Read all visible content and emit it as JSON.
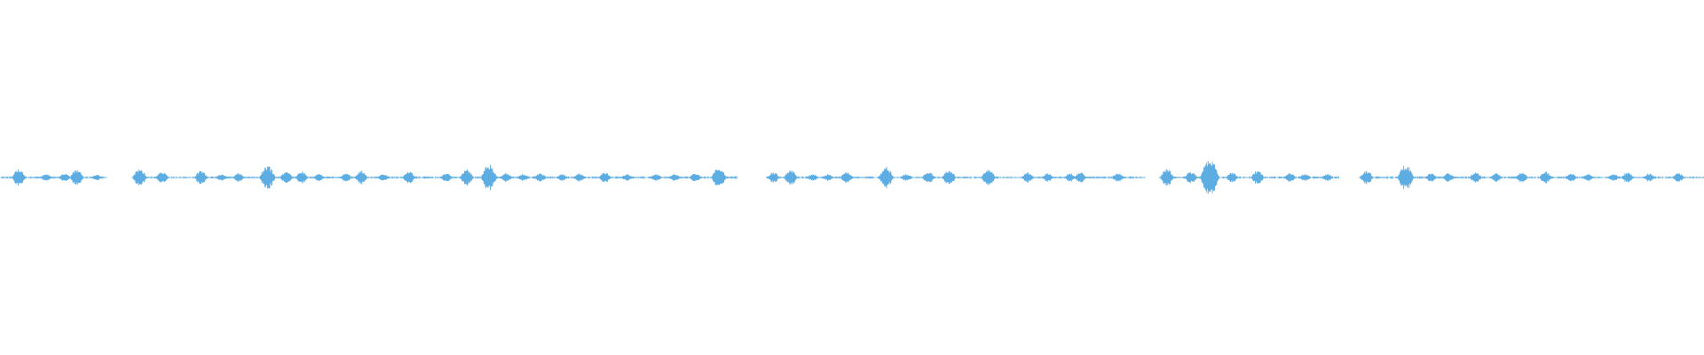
{
  "colors": {
    "background": "#ffffff",
    "waveform": "#5DADE2"
  },
  "chart_data": {
    "type": "area",
    "title": "",
    "xlabel": "",
    "ylabel": "",
    "description_hint": "",
    "channels": 1,
    "x_range": [
      0,
      1
    ],
    "amplitude_range": [
      -1,
      1
    ],
    "grid": false,
    "legend": "none",
    "segments": [
      {
        "start": 0.0,
        "end": 0.063
      },
      {
        "start": 0.078,
        "end": 0.433
      },
      {
        "start": 0.45,
        "end": 0.672
      },
      {
        "start": 0.683,
        "end": 0.786
      },
      {
        "start": 0.798,
        "end": 1.0
      }
    ],
    "bursts": [
      {
        "t": 0.011,
        "amp": 0.1
      },
      {
        "t": 0.027,
        "amp": 0.04
      },
      {
        "t": 0.038,
        "amp": 0.05
      },
      {
        "t": 0.045,
        "amp": 0.09
      },
      {
        "t": 0.057,
        "amp": 0.03
      },
      {
        "t": 0.082,
        "amp": 0.1
      },
      {
        "t": 0.095,
        "amp": 0.07
      },
      {
        "t": 0.118,
        "amp": 0.08
      },
      {
        "t": 0.13,
        "amp": 0.04
      },
      {
        "t": 0.14,
        "amp": 0.05
      },
      {
        "t": 0.157,
        "amp": 0.14
      },
      {
        "t": 0.168,
        "amp": 0.07
      },
      {
        "t": 0.177,
        "amp": 0.07
      },
      {
        "t": 0.187,
        "amp": 0.04
      },
      {
        "t": 0.203,
        "amp": 0.05
      },
      {
        "t": 0.212,
        "amp": 0.08
      },
      {
        "t": 0.225,
        "amp": 0.04
      },
      {
        "t": 0.24,
        "amp": 0.07
      },
      {
        "t": 0.262,
        "amp": 0.05
      },
      {
        "t": 0.274,
        "amp": 0.09
      },
      {
        "t": 0.287,
        "amp": 0.15
      },
      {
        "t": 0.297,
        "amp": 0.05
      },
      {
        "t": 0.307,
        "amp": 0.04
      },
      {
        "t": 0.317,
        "amp": 0.05
      },
      {
        "t": 0.33,
        "amp": 0.04
      },
      {
        "t": 0.34,
        "amp": 0.05
      },
      {
        "t": 0.355,
        "amp": 0.06
      },
      {
        "t": 0.368,
        "amp": 0.04
      },
      {
        "t": 0.385,
        "amp": 0.04
      },
      {
        "t": 0.396,
        "amp": 0.04
      },
      {
        "t": 0.408,
        "amp": 0.05
      },
      {
        "t": 0.422,
        "amp": 0.12
      },
      {
        "t": 0.454,
        "amp": 0.06
      },
      {
        "t": 0.464,
        "amp": 0.09
      },
      {
        "t": 0.477,
        "amp": 0.04
      },
      {
        "t": 0.486,
        "amp": 0.04
      },
      {
        "t": 0.497,
        "amp": 0.07
      },
      {
        "t": 0.52,
        "amp": 0.12
      },
      {
        "t": 0.532,
        "amp": 0.04
      },
      {
        "t": 0.545,
        "amp": 0.07
      },
      {
        "t": 0.557,
        "amp": 0.09
      },
      {
        "t": 0.58,
        "amp": 0.1
      },
      {
        "t": 0.603,
        "amp": 0.06
      },
      {
        "t": 0.615,
        "amp": 0.05
      },
      {
        "t": 0.628,
        "amp": 0.05
      },
      {
        "t": 0.634,
        "amp": 0.06
      },
      {
        "t": 0.656,
        "amp": 0.05
      },
      {
        "t": 0.685,
        "amp": 0.1
      },
      {
        "t": 0.699,
        "amp": 0.07
      },
      {
        "t": 0.71,
        "amp": 0.22
      },
      {
        "t": 0.723,
        "amp": 0.06
      },
      {
        "t": 0.738,
        "amp": 0.08
      },
      {
        "t": 0.757,
        "amp": 0.05
      },
      {
        "t": 0.766,
        "amp": 0.04
      },
      {
        "t": 0.779,
        "amp": 0.04
      },
      {
        "t": 0.802,
        "amp": 0.08
      },
      {
        "t": 0.825,
        "amp": 0.15
      },
      {
        "t": 0.84,
        "amp": 0.05
      },
      {
        "t": 0.85,
        "amp": 0.05
      },
      {
        "t": 0.866,
        "amp": 0.06
      },
      {
        "t": 0.878,
        "amp": 0.05
      },
      {
        "t": 0.893,
        "amp": 0.06
      },
      {
        "t": 0.907,
        "amp": 0.07
      },
      {
        "t": 0.922,
        "amp": 0.05
      },
      {
        "t": 0.932,
        "amp": 0.04
      },
      {
        "t": 0.947,
        "amp": 0.04
      },
      {
        "t": 0.955,
        "amp": 0.06
      },
      {
        "t": 0.968,
        "amp": 0.05
      },
      {
        "t": 0.985,
        "amp": 0.05
      }
    ]
  }
}
